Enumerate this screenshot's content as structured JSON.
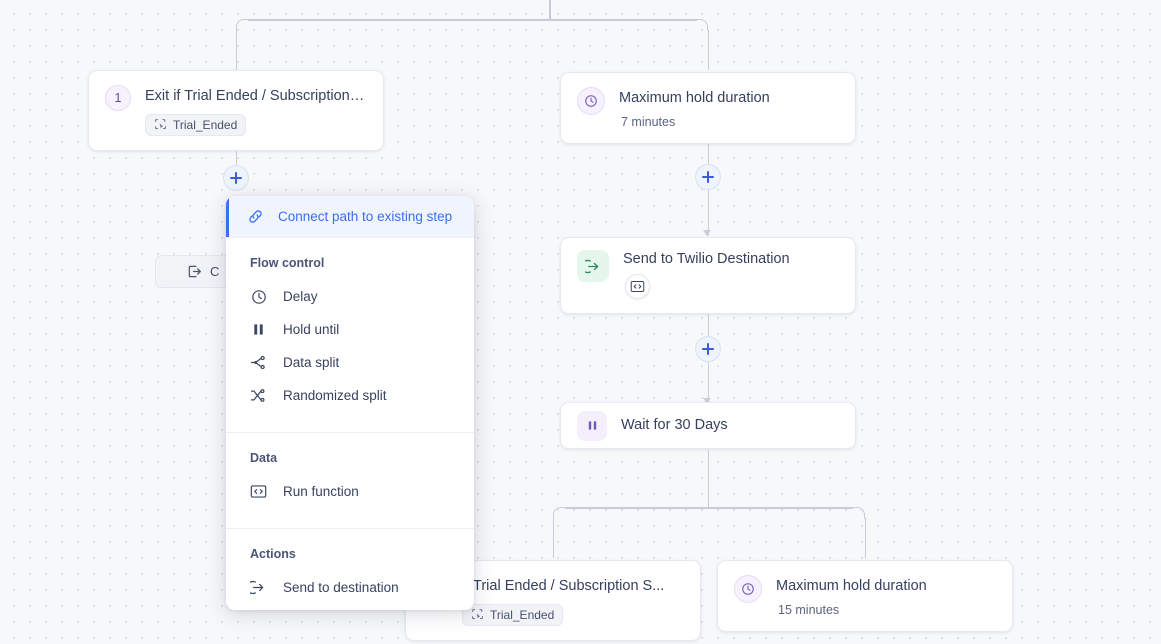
{
  "canvas": {
    "background_color": "#f7f8fa",
    "grid_dot_color": "#d9dbe4",
    "edge_color": "#c9cbdd"
  },
  "nodes": [
    {
      "id": "exit-trial-top",
      "icon": "number-badge",
      "number": "1",
      "title": "Exit if Trial Ended / Subscription S...",
      "chip": "Trial_Ended",
      "chip_icon": "selection-cursor-icon"
    },
    {
      "id": "max-hold-7",
      "icon": "clock-icon",
      "title": "Maximum hold duration",
      "subtitle": "7 minutes"
    },
    {
      "id": "send-twilio",
      "icon": "send-arrow-icon",
      "title": "Send to Twilio Destination",
      "badge_icon": "code-icon"
    },
    {
      "id": "wait-30-days",
      "icon": "pause-icon",
      "title": "Wait for 30 Days"
    },
    {
      "id": "exit-trial-bottom",
      "title": "if Trial Ended / Subscription S...",
      "chip": "Trial_Ended"
    },
    {
      "id": "max-hold-15",
      "icon": "clock-icon",
      "title": "Maximum hold duration",
      "subtitle": "15 minutes"
    }
  ],
  "ghost_chip": {
    "icon": "exit-icon",
    "label": "C"
  },
  "plus_buttons": [
    {
      "id": "plus-left",
      "label": "+"
    },
    {
      "id": "plus-right-top",
      "label": "+"
    },
    {
      "id": "plus-right-bottom",
      "label": "+"
    }
  ],
  "menu": {
    "highlighted": {
      "icon": "link-chain-icon",
      "label": "Connect path to existing step",
      "accent_color": "#3b6ef0",
      "background_color": "#eff4fe"
    },
    "groups": [
      {
        "label": "Flow control",
        "items": [
          {
            "icon": "clock-icon",
            "label": "Delay"
          },
          {
            "icon": "pause-icon",
            "label": "Hold until"
          },
          {
            "icon": "data-split-icon",
            "label": "Data split"
          },
          {
            "icon": "randomized-split-icon",
            "label": "Randomized split"
          }
        ]
      },
      {
        "label": "Data",
        "items": [
          {
            "icon": "code-window-icon",
            "label": "Run function"
          }
        ]
      },
      {
        "label": "Actions",
        "items": [
          {
            "icon": "send-arrow-icon",
            "label": "Send to destination"
          }
        ]
      }
    ]
  }
}
